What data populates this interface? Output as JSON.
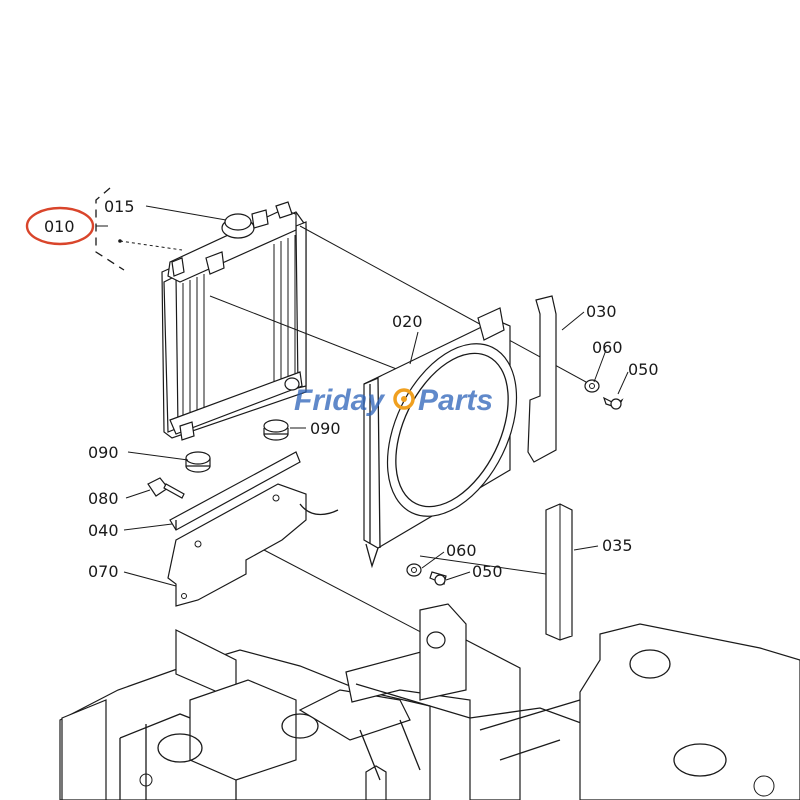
{
  "diagram": {
    "parts": [
      {
        "id": "p010",
        "number": "010"
      },
      {
        "id": "p015",
        "number": "015"
      },
      {
        "id": "p020",
        "number": "020"
      },
      {
        "id": "p030",
        "number": "030"
      },
      {
        "id": "p060a",
        "number": "060"
      },
      {
        "id": "p050a",
        "number": "050"
      },
      {
        "id": "p090a",
        "number": "090"
      },
      {
        "id": "p090b",
        "number": "090"
      },
      {
        "id": "p080",
        "number": "080"
      },
      {
        "id": "p040",
        "number": "040"
      },
      {
        "id": "p070",
        "number": "070"
      },
      {
        "id": "p060b",
        "number": "060"
      },
      {
        "id": "p050b",
        "number": "050"
      },
      {
        "id": "p035",
        "number": "035"
      }
    ],
    "highlighted_part": "010",
    "highlight_color": "#d9452b"
  },
  "watermark": {
    "word1": "Friday",
    "word2": "Parts",
    "color1": "#2b62b8",
    "color2": "#f0a020",
    "icon": "gear-icon"
  }
}
